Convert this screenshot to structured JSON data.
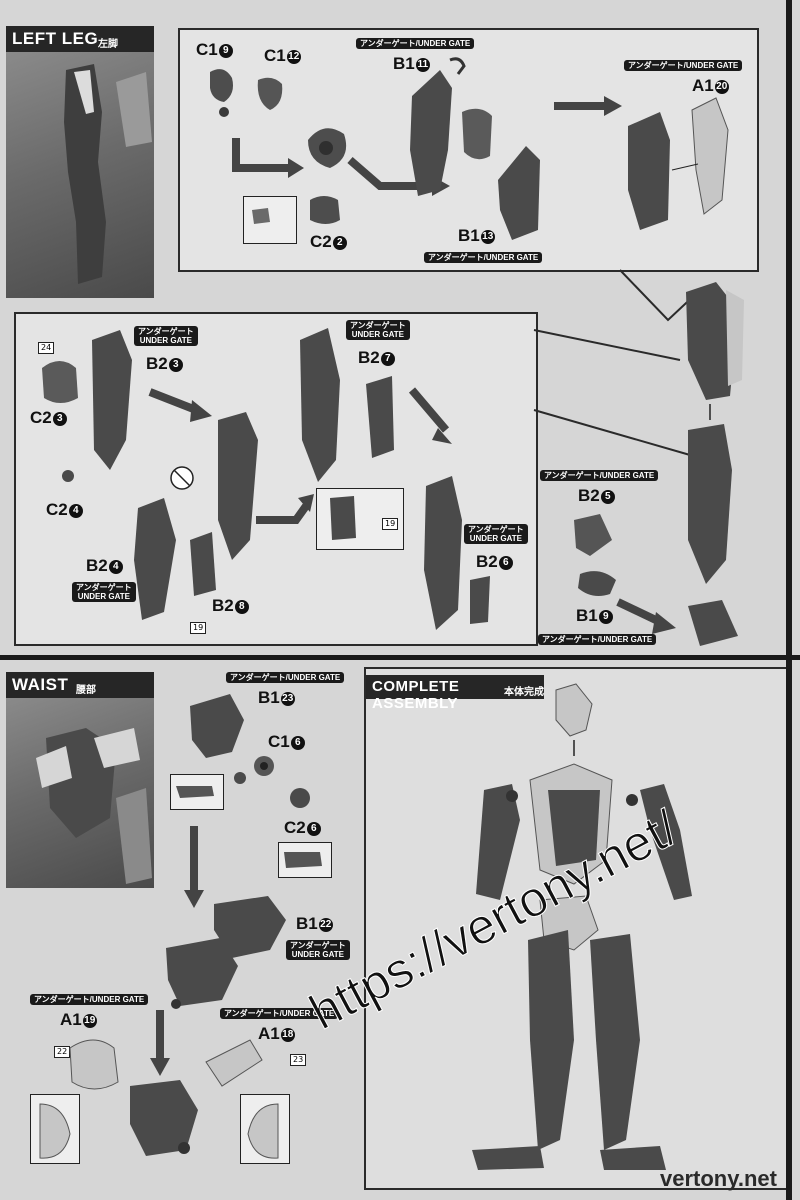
{
  "sections": {
    "left_leg": {
      "title": "LEFT LEG",
      "jp": "左脚"
    },
    "waist": {
      "title": "WAIST",
      "jp": "腰部"
    },
    "complete": {
      "title": "COMPLETE ASSEMBLY",
      "jp": "本体完成"
    }
  },
  "under_gate": {
    "jp": "アンダーゲート",
    "en": "UNDER GATE",
    "combined": "アンダーゲート/UNDER GATE"
  },
  "parts": {
    "c1_9": {
      "letter": "C1",
      "num": "9"
    },
    "c1_12": {
      "letter": "C1",
      "num": "12"
    },
    "b1_11": {
      "letter": "B1",
      "num": "11"
    },
    "a1_20": {
      "letter": "A1",
      "num": "20"
    },
    "c2_2": {
      "letter": "C2",
      "num": "2"
    },
    "b1_13": {
      "letter": "B1",
      "num": "13"
    },
    "b2_3": {
      "letter": "B2",
      "num": "3"
    },
    "b2_7": {
      "letter": "B2",
      "num": "7"
    },
    "c2_3": {
      "letter": "C2",
      "num": "3"
    },
    "c2_4": {
      "letter": "C2",
      "num": "4"
    },
    "b2_4": {
      "letter": "B2",
      "num": "4"
    },
    "b2_8": {
      "letter": "B2",
      "num": "8"
    },
    "b2_6": {
      "letter": "B2",
      "num": "6"
    },
    "b2_5": {
      "letter": "B2",
      "num": "5"
    },
    "b1_9": {
      "letter": "B1",
      "num": "9"
    },
    "b1_23": {
      "letter": "B1",
      "num": "23"
    },
    "c1_6": {
      "letter": "C1",
      "num": "6"
    },
    "c2_6": {
      "letter": "C2",
      "num": "6"
    },
    "b1_22": {
      "letter": "B1",
      "num": "22"
    },
    "a1_19": {
      "letter": "A1",
      "num": "19"
    },
    "a1_18": {
      "letter": "A1",
      "num": "18"
    }
  },
  "refs": {
    "r24": "24",
    "r19a": "19",
    "r19b": "19",
    "r22": "22",
    "r23": "23"
  },
  "watermark": {
    "url": "https://vertony.net/",
    "footer": "vertony.net"
  },
  "colors": {
    "band": "#262626",
    "panel_border": "#2a2a2a",
    "part_dark": "#4d4d4d",
    "part_light": "#bdbdbd"
  }
}
